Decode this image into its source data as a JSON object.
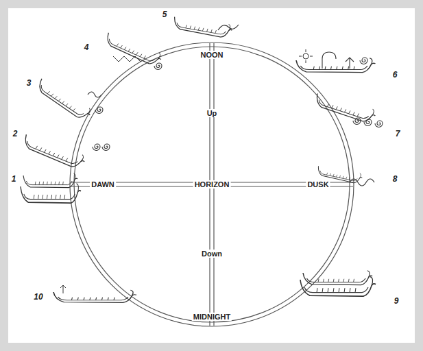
{
  "diagram": {
    "labels": [
      "5",
      "4",
      "NOON",
      "6",
      "3",
      "Up",
      "7",
      "2",
      "1",
      "DAWN",
      "HORIZON",
      "DUSK",
      "8",
      "Down",
      "9",
      "10",
      "MIDNIGHT"
    ]
  }
}
